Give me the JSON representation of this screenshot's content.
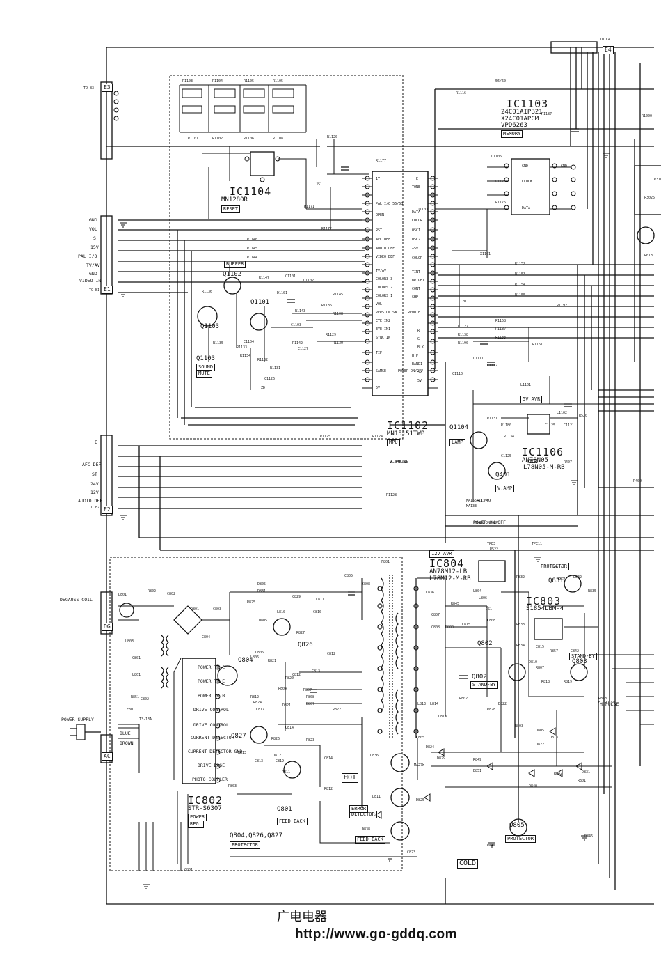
{
  "diagram": {
    "ics": {
      "ic1103": {
        "name": "IC1103",
        "part1": "24C01AIPB21",
        "part2": "X24C01APCM",
        "part3": "VPD6263",
        "func": "MEMORY"
      },
      "ic1104": {
        "name": "IC1104",
        "part": "MN1280R",
        "func": "RESET"
      },
      "ic1102": {
        "name": "IC1102",
        "part": "MN15151TWP",
        "func": "MPU"
      },
      "ic1106": {
        "name": "IC1106",
        "part1": "AN78N05",
        "part2": "L78N05-M-RB"
      },
      "ic804": {
        "name": "IC804",
        "part1": "AN78M12-LB",
        "part2": "L78M12-M-RB"
      },
      "ic803": {
        "name": "IC803",
        "part": "S1854LBM-4"
      },
      "ic802": {
        "name": "IC802",
        "part": "STR-S6307",
        "func1": "POWER",
        "func2": "REG."
      }
    },
    "transistors": [
      {
        "ref": "Q1102",
        "func": "BUFFER"
      },
      {
        "ref": "Q1101"
      },
      {
        "ref": "Q1103",
        "func1": "SOUND",
        "func2": "MUTE"
      },
      {
        "ref": "Q1104",
        "func": "LAMP"
      },
      {
        "ref": "Q401",
        "func": "V.AMP"
      },
      {
        "ref": "Q831"
      },
      {
        "ref": "Q802",
        "func": "STAND-BY"
      },
      {
        "ref": "Q803",
        "func": "STAND-BY"
      },
      {
        "ref": "Q804"
      },
      {
        "ref": "Q826"
      },
      {
        "ref": "Q827"
      },
      {
        "ref": "Q801",
        "func": "FEED BACK"
      },
      {
        "ref": "Q805",
        "func": "PROTECTOR"
      }
    ],
    "blocks": {
      "avr_12v": "12V AVR",
      "avr_5v": "5V AVR",
      "protector": "PROTECTOR",
      "protector_note": "Q804,Q826,Q827",
      "error_detector1": "ERROR",
      "error_detector2": "DETECTOR",
      "feed_back": "FEED BACK",
      "hot": "HOT",
      "cold": "COLD"
    },
    "connectors": {
      "e1": "E1",
      "e2": "E2",
      "e3": "E3",
      "e4": "E4",
      "dg": "DG",
      "ac": "AC",
      "to_b1": "TO B1",
      "to_b2": "TO B2",
      "to_b3": "TO B3",
      "to_c4": "TO C4"
    },
    "e1_pins": [
      "GND",
      "VOL",
      "S",
      "15V",
      "PAL I/O",
      "TV/AV",
      "GND",
      "VIDEO IN"
    ],
    "e2_pins": [
      "E",
      "AFC DEF",
      "ST",
      "24V",
      "12V",
      "AUDIO DEF"
    ],
    "ac_labels": {
      "degauss": "DEGAUSS COIL",
      "power_supply": "POWER SUPPLY",
      "blue": "BLUE",
      "brown": "BROWN"
    },
    "ic802_pins": [
      "POWER TR C",
      "POWER TR E",
      "POWER TR B",
      "DRIVE CONTROL",
      "DRIVE CONTROL",
      "CURRENT DETECTOR",
      "CURRENT DETECTOR GND",
      "DRIVE BASE",
      "PHOTO COUPLER"
    ],
    "signals": {
      "h_pulse": "H.PULSE",
      "v_pulse": "V.PULSE",
      "power_onoff": "POWER ON/OFF",
      "plus113": "+113V"
    }
  },
  "footer": {
    "site_cn": "广电电器",
    "url": "http://www.go-gddq.com"
  }
}
